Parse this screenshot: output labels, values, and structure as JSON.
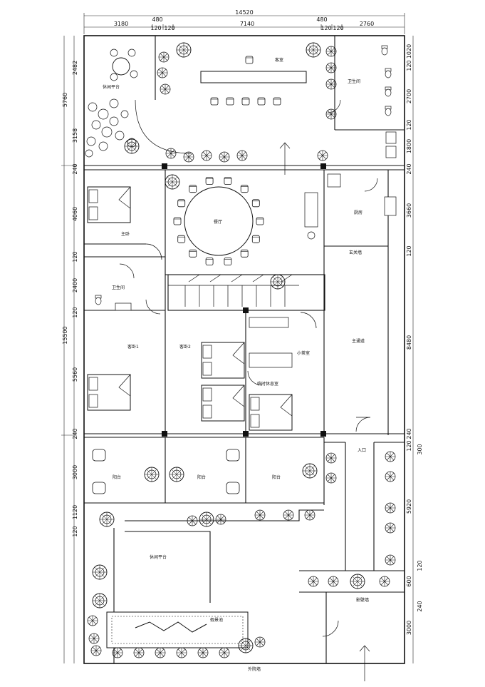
{
  "dimensions": {
    "top_total": "14520",
    "top_segments": [
      "3180",
      "480",
      "120",
      "120",
      "7140",
      "480",
      "120",
      "120",
      "2760"
    ],
    "left_outer": [
      "5760",
      "15500"
    ],
    "left_inner": [
      "2482",
      "3158",
      "240",
      "4060",
      "120",
      "2400",
      "120",
      "5560",
      "240",
      "3000",
      "1120",
      "120"
    ],
    "right_inner": [
      "1020",
      "120",
      "2700",
      "120",
      "1800",
      "240",
      "3660",
      "120",
      "8480",
      "240",
      "120",
      "300",
      "5920",
      "120",
      "600",
      "240",
      "3000"
    ]
  },
  "rooms": {
    "leisure_terrace_top": "休闲平台",
    "living_room": "客室",
    "bathroom_top": "卫生间",
    "master_bedroom": "主卧",
    "dining_hall": "餐厅",
    "kitchen": "厨房",
    "entrance_wall": "玄关墙",
    "bathroom_mid": "卫生间",
    "guest_room_1": "客卧1",
    "guest_room_2": "客卧2",
    "tea_room": "小茶室",
    "main_corridor": "主通道",
    "temp_rest_room": "临时休息室",
    "entrance": "入口",
    "balcony_1": "阳台",
    "balcony_2": "阳台",
    "balcony_3": "阳台",
    "leisure_terrace_bottom": "休闲平台",
    "water_feature": "假景池",
    "screen_wall": "影壁墙",
    "outer_wall": "外院墙"
  }
}
